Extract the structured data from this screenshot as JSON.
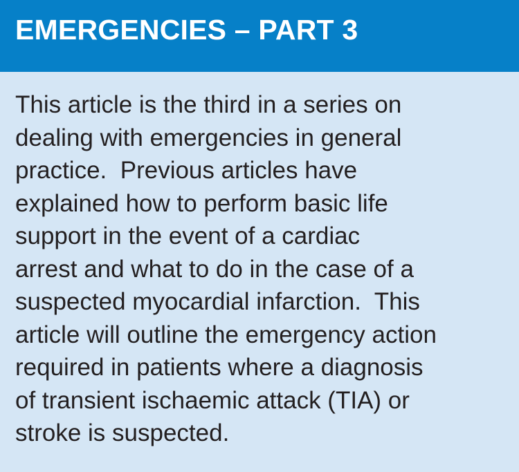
{
  "header": {
    "title": "EMERGENCIES – PART 3",
    "background_color": "#0680c8"
  },
  "body": {
    "background_color": "#d5e6f5",
    "lines": [
      "This article is the third in a series on",
      "dealing with emergencies in general",
      "practice.  Previous articles have",
      "explained how to perform basic life",
      "support in the event of a cardiac",
      "arrest and what to do in the case of a",
      "suspected myocardial infarction.  This",
      "article will outline the emergency action",
      "required in patients where a diagnosis",
      "of transient ischaemic attack (TIA) or",
      "stroke is suspected."
    ]
  }
}
